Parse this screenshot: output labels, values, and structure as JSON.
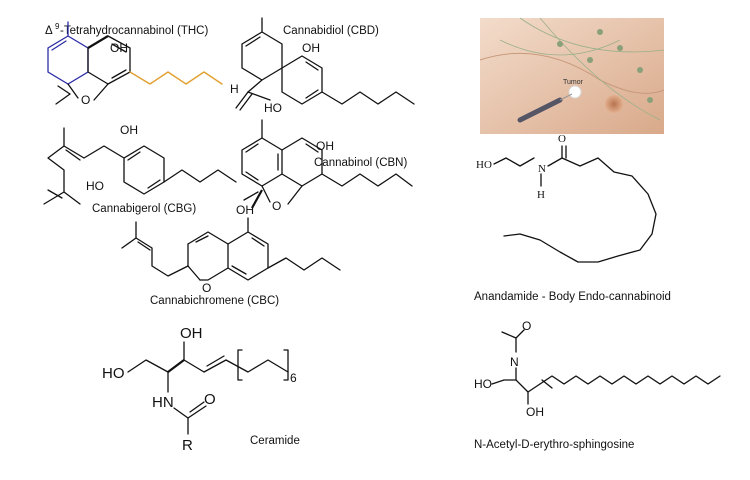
{
  "labels": {
    "thc_symbol": "Δ",
    "thc_superscript": "9",
    "thc": "-Tetrahydrocannabinol (THC)",
    "cbd": "Cannabidiol (CBD)",
    "cbn": "Cannabinol (CBN)",
    "cbg": "Cannabigerol (CBG)",
    "cbc": "Cannabichromene (CBC)",
    "anandamide": "Anandamide - Body Endo-cannabinoid",
    "ceramide": "Ceramide",
    "acetyl": "N-Acetyl-D-erythro-sphingosine"
  },
  "atoms": {
    "oh": "OH",
    "ho": "HO",
    "o": "O",
    "h": "H",
    "n": "N",
    "hn": "HN",
    "r": "R",
    "six": "6"
  },
  "photo": {
    "tumor_label": "Tumor"
  },
  "colors": {
    "highlight_blue": "#2d2da8",
    "pentyl_orange": "#e0a030",
    "skin": "#e9c6a8"
  }
}
